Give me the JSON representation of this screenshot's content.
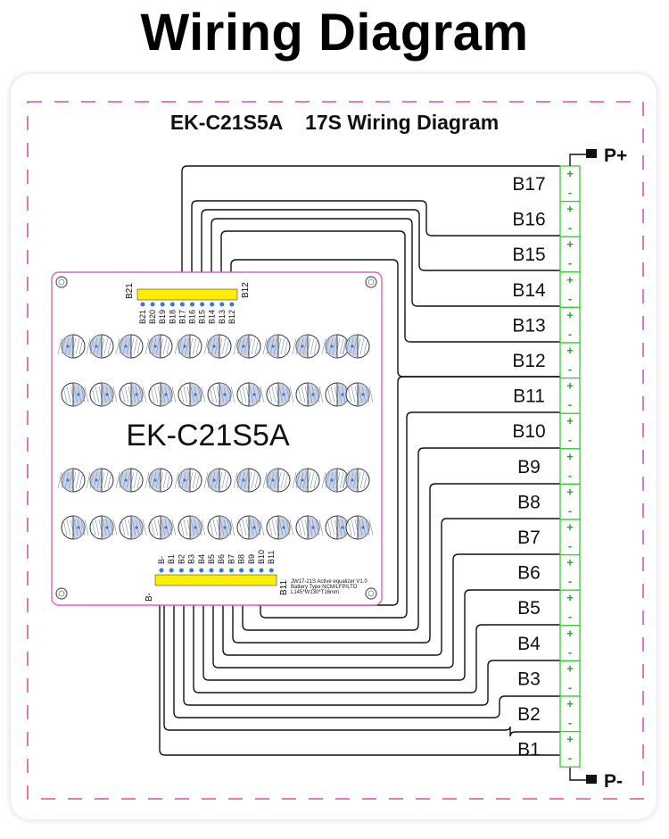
{
  "page_title": "Wiring Diagram",
  "diagram_title": "EK-C21S5A    17S Wiring Diagram",
  "board": {
    "name": "EK-C21S5A",
    "top_header_left": "B21",
    "top_header_right": "B12",
    "top_pins": [
      "B21",
      "B20",
      "B19",
      "B18",
      "B17",
      "B16",
      "B15",
      "B14",
      "B13",
      "B12"
    ],
    "bottom_header_left": "B-",
    "bottom_header_right": "B11",
    "bottom_pins": [
      "B-",
      "B1",
      "B2",
      "B3",
      "B4",
      "B5",
      "B6",
      "B7",
      "B8",
      "B9",
      "B10",
      "B11"
    ],
    "info_lines": [
      "JW17-21S Active equalizer V1.0",
      "Battery Type:NCM/LFP/LTO",
      "L145*W130*T16mm"
    ]
  },
  "battery": {
    "labels": [
      "B17",
      "B16",
      "B15",
      "B14",
      "B13",
      "B12",
      "B11",
      "B10",
      "B9",
      "B8",
      "B7",
      "B6",
      "B5",
      "B4",
      "B3",
      "B2",
      "B1"
    ],
    "plus_sign": "+",
    "minus_sign": "-"
  },
  "terminals": {
    "positive": "P+",
    "negative": "P-"
  },
  "colors": {
    "board_outline": "#e060c0",
    "dash_frame": "#d0309a",
    "header_yellow": "#ffee00",
    "pin_blue": "#3a78d8",
    "cell_green": "#33cc33",
    "wire": "#111111"
  }
}
